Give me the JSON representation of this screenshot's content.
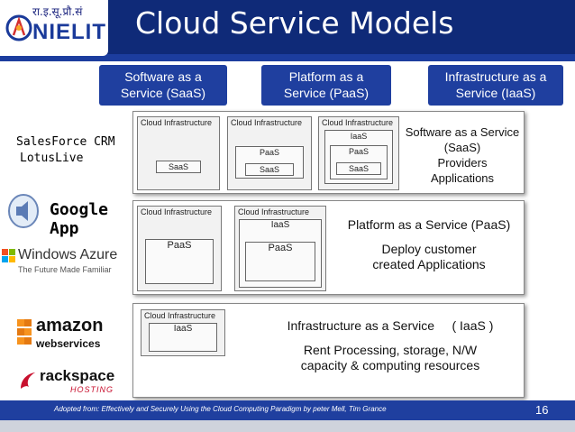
{
  "header": {
    "logo_hindi": "रा.इ.सू.प्रौ.सं",
    "logo_name": "NIELIT",
    "title": "Cloud Service Models"
  },
  "categories": [
    {
      "line1": "Software as a",
      "line2": "Service (SaaS)"
    },
    {
      "line1": "Platform as a",
      "line2": "Service (PaaS)"
    },
    {
      "line1": "Infrastructure as a",
      "line2": "Service (IaaS)"
    }
  ],
  "saas_panel": {
    "cloud_label": "Cloud Infrastructure",
    "saas": "SaaS",
    "paas": "PaaS",
    "iaas": "IaaS",
    "desc1": "Software as a Service",
    "desc2": "(SaaS)",
    "desc3": "Providers",
    "desc4": "Applications"
  },
  "paas_panel": {
    "cloud_label": "Cloud Infrastructure",
    "paas": "PaaS",
    "iaas": "IaaS",
    "desc1": "Platform as a Service (PaaS)",
    "desc2": "Deploy customer",
    "desc3": "created Applications"
  },
  "iaas_panel": {
    "cloud_label": "Cloud Infrastructure",
    "iaas": "IaaS",
    "desc1": "Infrastructure as a Service",
    "desc1b": "( IaaS )",
    "desc2": "Rent Processing, storage, N/W",
    "desc3": "capacity &  computing resources"
  },
  "left_labels": {
    "salesforce": "SalesForce CRM",
    "lotuslive": "LotusLive",
    "google1": "Google",
    "google2": "App",
    "azure_name": "Windows Azure",
    "azure_tag": "The Future Made Familiar",
    "amazon_name": "amazon",
    "amazon_sub": "webservices",
    "rackspace_name": "rackspace",
    "rackspace_sub": "HOSTING"
  },
  "footer": {
    "text": "Adopted from: Effectively and Securely Using the Cloud Computing Paradigm by peter Mell, Tim Grance",
    "page": "16"
  },
  "colors": {
    "header": "#0f2a78",
    "accent": "#1f3f9f",
    "amazon_orange": "#f7931e",
    "rackspace_red": "#c8102e"
  }
}
